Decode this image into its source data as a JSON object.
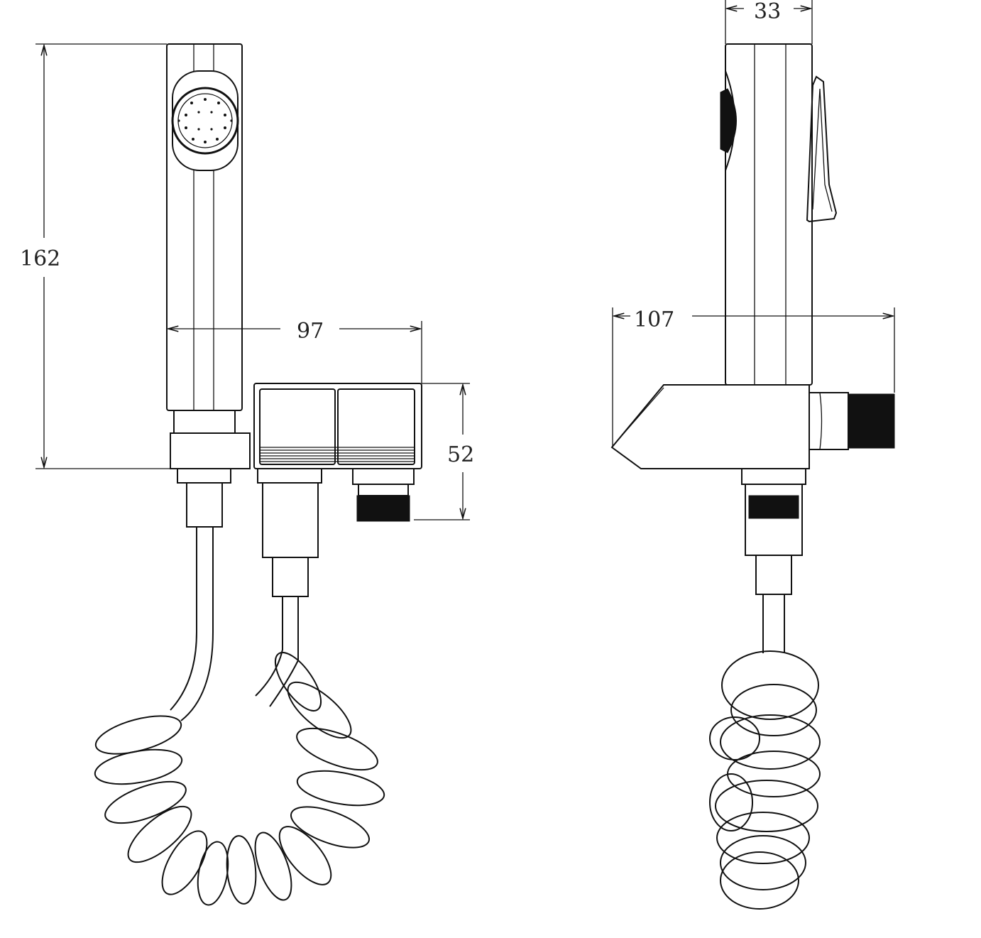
{
  "dimensions": {
    "height": "162",
    "handle_to_outlet": "97",
    "bracket_height": "52",
    "handle_width": "33",
    "bracket_depth": "107"
  },
  "colors": {
    "line": "#111111",
    "background": "#ffffff"
  }
}
